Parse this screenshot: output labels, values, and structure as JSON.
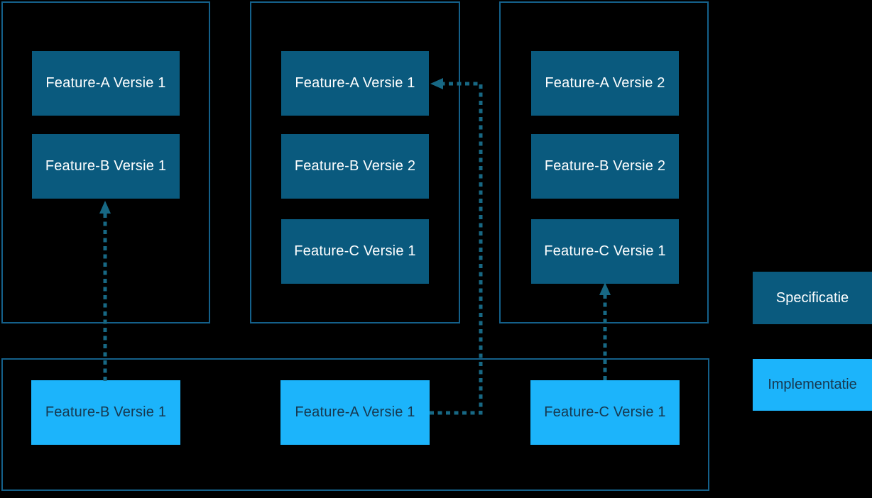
{
  "colors": {
    "background": "#000000",
    "specification_fill": "#0A5A7E",
    "implementation_fill": "#1CB4FB",
    "container_border": "#14608A",
    "arrow": "#176884",
    "specification_text": "#FFFFFF",
    "implementation_text": "#17384F"
  },
  "specification_columns": [
    {
      "boxes": [
        "Feature-A Versie 1",
        "Feature-B Versie 1"
      ]
    },
    {
      "boxes": [
        "Feature-A Versie 1",
        "Feature-B Versie 2",
        "Feature-C Versie 1"
      ]
    },
    {
      "boxes": [
        "Feature-A Versie 2",
        "Feature-B Versie 2",
        "Feature-C Versie 1"
      ]
    }
  ],
  "implementation_row": {
    "boxes": [
      "Feature-B Versie 1",
      "Feature-A Versie 1",
      "Feature-C Versie 1"
    ]
  },
  "legend": {
    "specification": "Specificatie",
    "implementation": "Implementatie"
  },
  "arrows": [
    {
      "name": "impl-feature-b-v1-to-spec-col1-feature-b-v1",
      "style": "dotted"
    },
    {
      "name": "impl-feature-a-v1-to-spec-col2-feature-a-v1",
      "style": "dotted"
    },
    {
      "name": "impl-feature-c-v1-to-spec-col3-feature-c-v1",
      "style": "dotted"
    }
  ]
}
